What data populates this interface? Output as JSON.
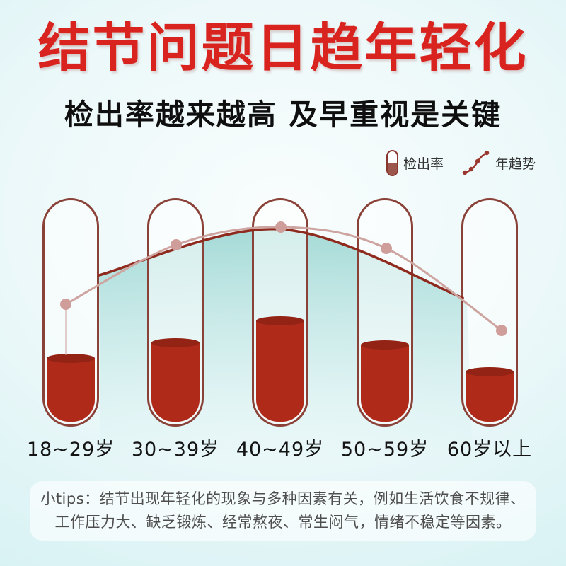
{
  "page": {
    "title": "结节问题日趋年轻化",
    "subtitle": "检出率越来越高 及早重视是关键"
  },
  "legend": {
    "items": [
      {
        "icon": "capsule-icon",
        "label": "检出率"
      },
      {
        "icon": "trend-line-icon",
        "label": "年趋势"
      }
    ]
  },
  "chart_data": {
    "type": "bar",
    "subtype": "test-tube pictograph with overlaid trend line (area-filled)",
    "title": "结节问题日趋年轻化",
    "subtitle": "检出率越来越高 及早重视是关键",
    "categories": [
      "18~29岁",
      "30~39岁",
      "40~49岁",
      "50~59岁",
      "60岁以上"
    ],
    "series": [
      {
        "name": "检出率",
        "unit": "estimated tube fill percent (no numeric labels shown)",
        "values": [
          29,
          36,
          46,
          35,
          23
        ]
      },
      {
        "name": "年趋势",
        "description": "trend rises from 18~29岁, peaks at 40~49岁, falls after 60岁以上"
      }
    ],
    "legend_position": "top-right",
    "grid": false,
    "colors": {
      "liquid": "#b02a1a",
      "liquid_surface": "#932315",
      "tube_border": "#8a4238",
      "trend_dark": "#8e2a1e",
      "trend_light": "#cda4a0",
      "trend_dot": "#cf9e9a",
      "area_fill_top": "rgba(97,190,183,0.55)",
      "title_red": "#d8231e"
    },
    "pixel_geometry": {
      "tube_centers_x": [
        100,
        248,
        396,
        544,
        692
      ],
      "trend_points": [
        [
          93,
          430
        ],
        [
          249,
          346
        ],
        [
          397,
          321
        ],
        [
          546,
          351
        ],
        [
          709,
          467
        ]
      ],
      "ribbon_inner_points": [
        [
          140,
          389
        ],
        [
          397,
          324
        ],
        [
          654,
          421
        ]
      ],
      "drop_line": {
        "x": 93,
        "y1": 437,
        "y2": 502
      }
    }
  },
  "tips": {
    "lines": [
      "小tips：结节出现年轻化的现象与多种因素有关，例如生活饮食不规律、",
      "工作压力大、缺乏锻炼、经常熬夜、常生闷气，情绪不稳定等因素。"
    ]
  }
}
